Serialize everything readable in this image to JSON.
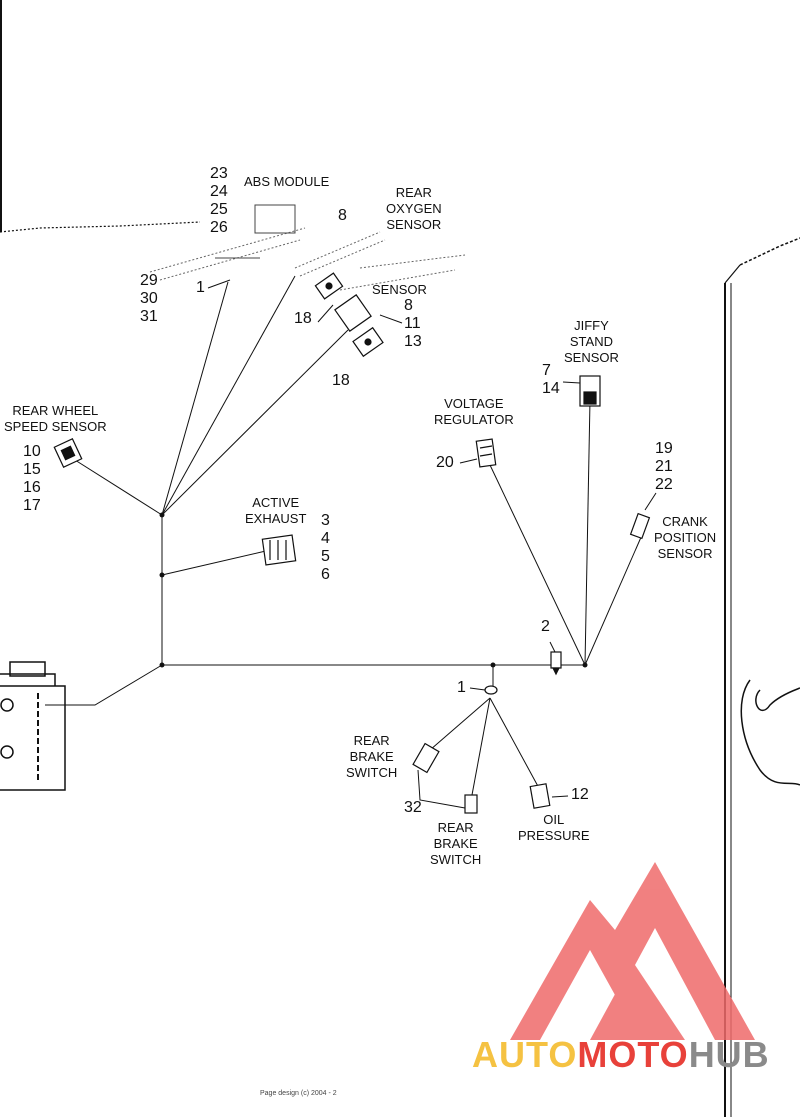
{
  "labels": {
    "abs_module": "ABS MODULE",
    "rear_oxygen": [
      "REAR",
      "OXYGEN",
      "SENSOR"
    ],
    "front_oxygen_fragment": "SENSOR",
    "jiffy_stand": [
      "JIFFY",
      "STAND",
      "SENSOR"
    ],
    "rear_wheel_speed": [
      "REAR WHEEL",
      "SPEED SENSOR"
    ],
    "voltage_regulator": [
      "VOLTAGE",
      "REGULATOR"
    ],
    "active_exhaust": [
      "ACTIVE",
      "EXHAUST"
    ],
    "crank_position": [
      "CRANK",
      "POSITION",
      "SENSOR"
    ],
    "rear_brake_switch_1": [
      "REAR",
      "BRAKE",
      "SWITCH"
    ],
    "rear_brake_switch_2": [
      "REAR",
      "BRAKE",
      "SWITCH"
    ],
    "oil_pressure": [
      "OIL",
      "PRESSURE"
    ]
  },
  "callouts": {
    "abs_nums": [
      "23",
      "24",
      "25",
      "26",
      "29",
      "30",
      "31"
    ],
    "abs_one": "1",
    "rear_ox_eight": "8",
    "rear_ox_eighteen": "18",
    "front_ox_nums": [
      "8",
      "11",
      "13"
    ],
    "front_ox_eighteen": "18",
    "jiffy_nums": [
      "7",
      "14"
    ],
    "wheel_speed_nums": [
      "10",
      "15",
      "16",
      "17"
    ],
    "voltage_reg_num": "20",
    "active_exhaust_nums": [
      "3",
      "4",
      "5",
      "6"
    ],
    "crank_nums": [
      "19",
      "21",
      "22"
    ],
    "junction_two": "2",
    "junction_one": "1",
    "brake_num": "32",
    "oil_num": "12"
  },
  "watermark": {
    "auto": "AUTO",
    "moto": "MOTO",
    "hub": "HUB",
    "colors": {
      "auto": "#f5c242",
      "moto": "#e8413a",
      "hub": "#8a8a8a",
      "logo": "#ef6b6b"
    }
  },
  "footer": "Page design (c) 2004 - 2"
}
